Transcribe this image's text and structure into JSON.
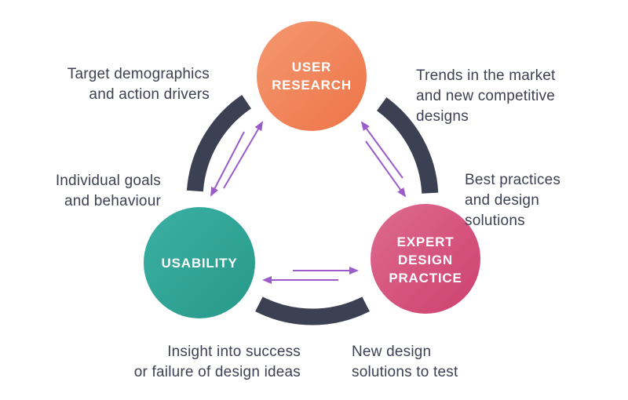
{
  "diagram": {
    "type": "cycle-diagram",
    "nodes": [
      {
        "id": "user-research",
        "lines": [
          "USER",
          "RESEARCH"
        ]
      },
      {
        "id": "usability",
        "lines": [
          "USABILITY"
        ]
      },
      {
        "id": "expert-design-practice",
        "lines": [
          "EXPERT",
          "DESIGN",
          "PRACTICE"
        ]
      }
    ],
    "labels": [
      {
        "id": "target-demographics",
        "lines": [
          "Target demographics",
          "and action drivers"
        ]
      },
      {
        "id": "trends",
        "lines": [
          "Trends in the market",
          "and new competitive",
          "designs"
        ]
      },
      {
        "id": "individual-goals",
        "lines": [
          "Individual goals",
          "and behaviour"
        ]
      },
      {
        "id": "best-practices",
        "lines": [
          "Best practices",
          "and design",
          "solutions"
        ]
      },
      {
        "id": "insight",
        "lines": [
          "Insight into success",
          "or failure of design ideas"
        ]
      },
      {
        "id": "new-design-solutions",
        "lines": [
          "New design",
          "solutions to test"
        ]
      }
    ]
  },
  "colors": {
    "orange_light": "#F4986F",
    "orange_dark": "#EE7449",
    "teal_light": "#3BB0A2",
    "teal_dark": "#27998B",
    "pink_light": "#DD6B90",
    "pink_dark": "#CE406F",
    "navy": "#3C4053",
    "purple": "#9B5BC8",
    "label_text": "#3E4154",
    "node_text": "#FFFFFF"
  }
}
